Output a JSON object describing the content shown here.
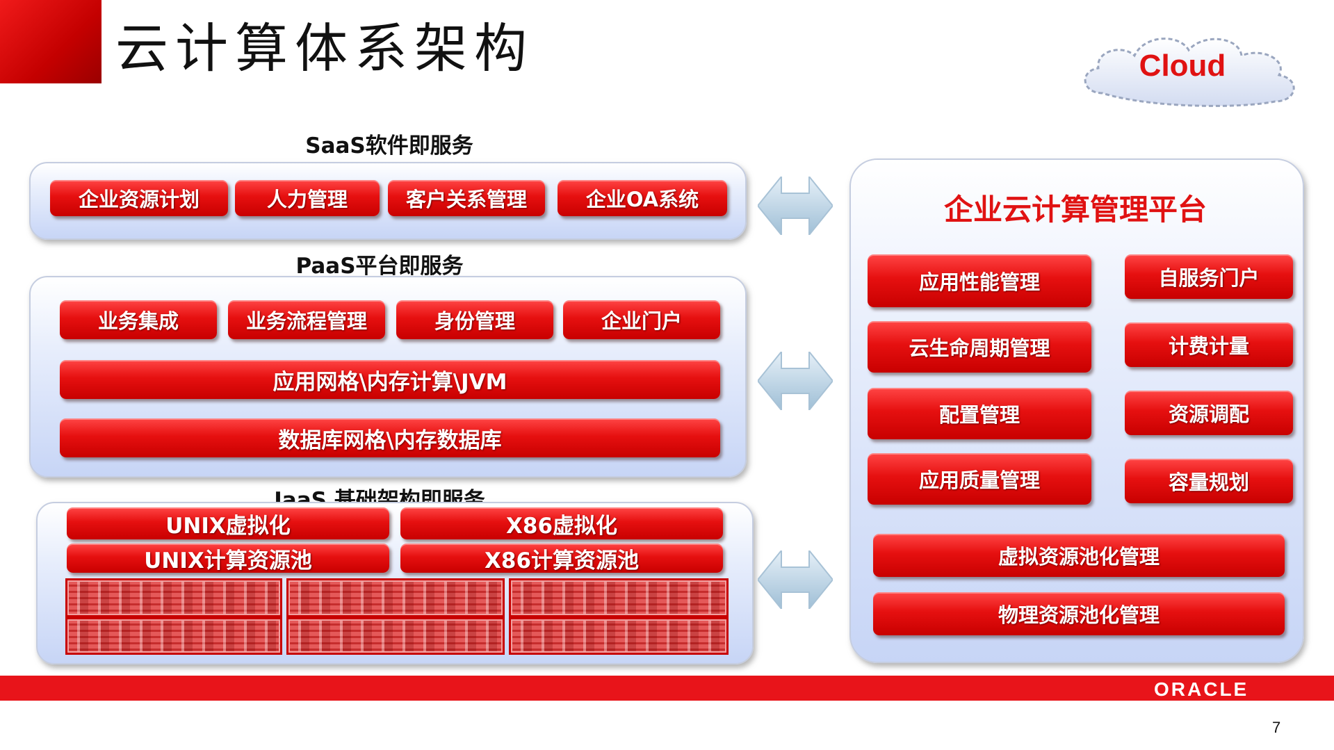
{
  "title": "云计算体系架构",
  "cloud_label": "Cloud",
  "saas": {
    "label": "SaaS软件即服务",
    "items": [
      "企业资源计划",
      "人力管理",
      "客户关系管理",
      "企业OA系统"
    ]
  },
  "paas": {
    "label": "PaaS平台即服务",
    "items": [
      "业务集成",
      "业务流程管理",
      "身份管理",
      "企业门户"
    ],
    "grid": "应用网格\\内存计算\\JVM",
    "db": "数据库网格\\内存数据库"
  },
  "iaas": {
    "label": "IaaS 基础架构即服务",
    "unix_virt": "UNIX虚拟化",
    "x86_virt": "X86虚拟化",
    "unix_pool": "UNIX计算资源池",
    "x86_pool": "X86计算资源池"
  },
  "mgmt": {
    "title": "企业云计算管理平台",
    "left_items": [
      "应用性能管理",
      "云生命周期管理",
      "配置管理",
      "应用质量管理"
    ],
    "right_items": [
      "自服务门户",
      "计费计量",
      "资源调配",
      "容量规划"
    ],
    "virtual_pool": "虚拟资源池化管理",
    "physical_pool": "物理资源池化管理"
  },
  "footer": {
    "brand": "ORACLE",
    "page": "7"
  },
  "colors": {
    "accent_red": "#e01212",
    "panel_blue": "#c7d5f6",
    "arrow_blue": "#b9d3e6"
  }
}
